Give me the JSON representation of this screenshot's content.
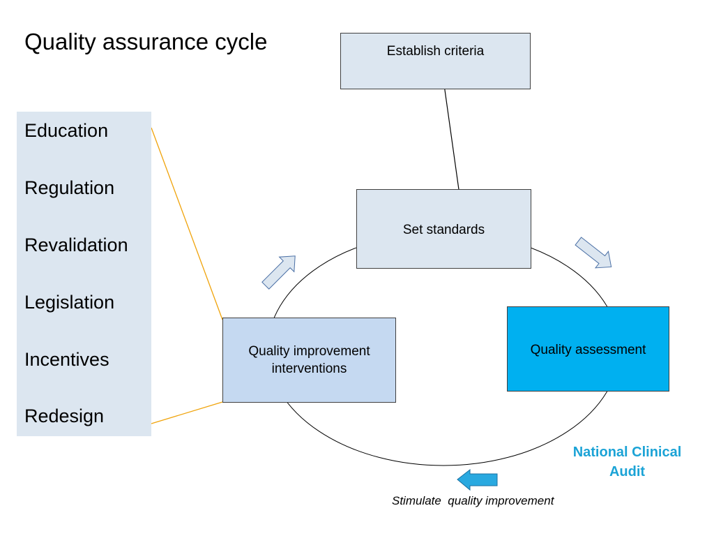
{
  "title": "Quality assurance cycle",
  "interventions": [
    "Education",
    "Regulation",
    "Revalidation",
    "Legislation",
    "Incentives",
    "Redesign"
  ],
  "boxes": {
    "establish_criteria": "Establish criteria",
    "set_standards": "Set standards",
    "quality_assessment": "Quality assessment",
    "quality_improvement": "Quality improvement interventions"
  },
  "audit_label": "National Clinical Audit",
  "stimulate_label": "Stimulate  quality improvement",
  "colors": {
    "panel_fill": "#dce6f0",
    "box_light": "#dce6f0",
    "box_improvement": "#c5d9f1",
    "box_assessment": "#00b0f0",
    "connector_line": "#f0a30a",
    "audit_text": "#1ba3d6",
    "arrow_dark": "#29a9e0"
  }
}
